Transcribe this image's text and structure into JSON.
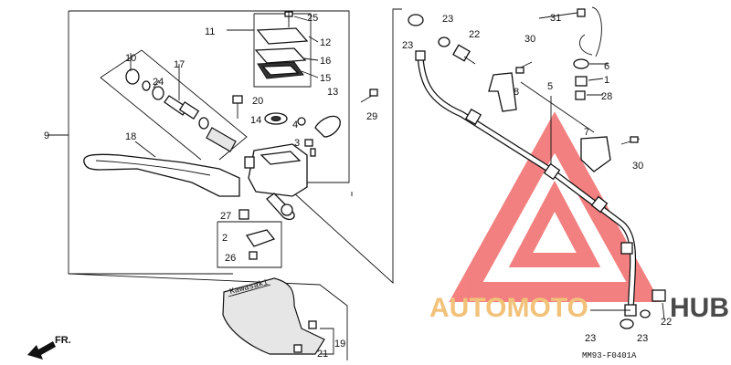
{
  "part_labels": {
    "p1": "1",
    "p2": "2",
    "p3": "3",
    "p4": "4",
    "p5": "5",
    "p6": "6",
    "p7": "7",
    "p8": "8",
    "p9": "9",
    "p10": "10",
    "p11": "11",
    "p12": "12",
    "p13": "13",
    "p14": "14",
    "p15": "15",
    "p16": "16",
    "p17": "17",
    "p18": "18",
    "p19": "19",
    "p20": "20",
    "p21": "21",
    "p22a": "22",
    "p22b": "22",
    "p23a": "23",
    "p23b": "23",
    "p23c": "23",
    "p23d": "23",
    "p24": "24",
    "p25": "25",
    "p26": "26",
    "p27": "27",
    "p28": "28",
    "p29": "29",
    "p30a": "30",
    "p30b": "30",
    "p31": "31"
  },
  "direction_label": "FR.",
  "diagram_code": "MM93-F0401A",
  "cover_text": "Kawasaki",
  "watermark": {
    "part1": "AUTOMOTO",
    "part2": "HUB",
    "color_light": "#f2c27a",
    "color_dark": "#4a4a4a",
    "triangle_color": "#f26a6a"
  }
}
